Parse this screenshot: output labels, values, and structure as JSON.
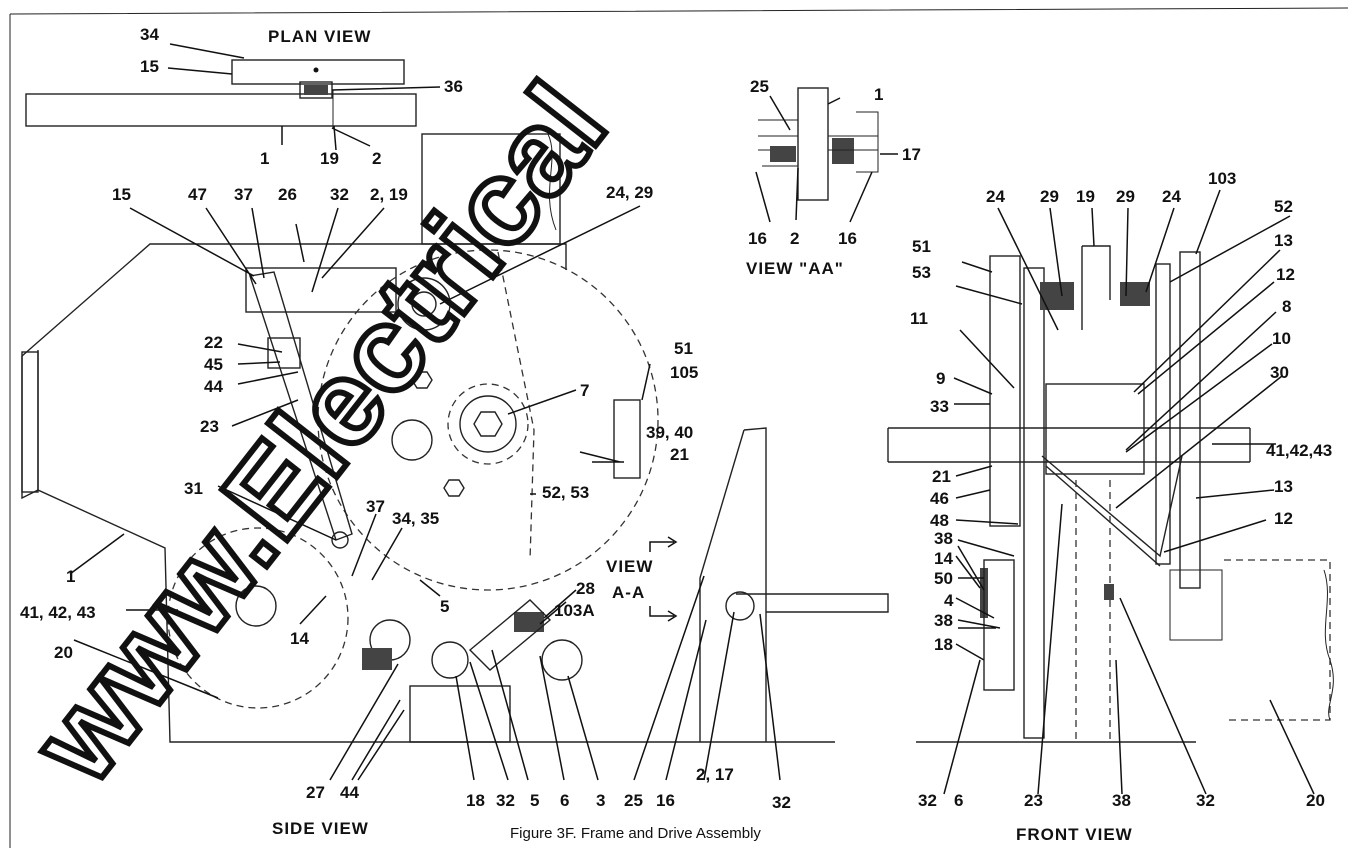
{
  "titles": {
    "plan_view": "PLAN VIEW",
    "view_aa": "VIEW \"AA\"",
    "side_view": "SIDE VIEW",
    "front_view": "FRONT VIEW",
    "view_label_top": "VIEW",
    "view_label_bottom": "A-A"
  },
  "caption": "Figure 3F.  Frame and Drive Assembly",
  "watermark": "www.Electrical",
  "plan_labels": {
    "l34": "34",
    "l15": "15",
    "l36": "36",
    "l1": "1",
    "l19": "19",
    "l2": "2"
  },
  "viewaa_labels": {
    "l25": "25",
    "l1": "1",
    "l17": "17",
    "l16a": "16",
    "l2": "2",
    "l16b": "16"
  },
  "side_labels": {
    "l15": "15",
    "l47": "47",
    "l37a": "37",
    "l26": "26",
    "l32a": "32",
    "l2_19": "2, 19",
    "l24_29": "24, 29",
    "l22": "22",
    "l45": "45",
    "l44a": "44",
    "l23": "23",
    "l7": "7",
    "l51": "51",
    "l105": "105",
    "l39_40": "39, 40",
    "l21": "21",
    "l52_53": "52, 53",
    "l31": "31",
    "l37b": "37",
    "l34_35": "34, 35",
    "l1": "1",
    "l5a": "5",
    "l41_42_43": "41, 42, 43",
    "l14": "14",
    "l28": "28",
    "l103A": "103A",
    "l20": "20",
    "l27": "27",
    "l44b": "44",
    "l18": "18",
    "l32b": "32",
    "l5b": "5",
    "l6": "6",
    "l3": "3",
    "l25": "25",
    "l16": "16",
    "l2_17": "2, 17",
    "l32c": "32"
  },
  "front_labels": {
    "l24a": "24",
    "l29a": "29",
    "l19": "19",
    "l29b": "29",
    "l24b": "24",
    "l103": "103",
    "l52": "52",
    "l51": "51",
    "l53": "53",
    "l13a": "13",
    "l12a": "12",
    "l8": "8",
    "l11": "11",
    "l10": "10",
    "l9": "9",
    "l30": "30",
    "l33": "33",
    "l41_42_43": "41,42,43",
    "l21": "21",
    "l46": "46",
    "l13b": "13",
    "l12b": "12",
    "l48": "48",
    "l38a": "38",
    "l14": "14",
    "l50": "50",
    "l4": "4",
    "l38b": "38",
    "l18": "18",
    "l32a": "32",
    "l6": "6",
    "l23": "23",
    "l38c": "38",
    "l32b": "32",
    "l20": "20"
  }
}
